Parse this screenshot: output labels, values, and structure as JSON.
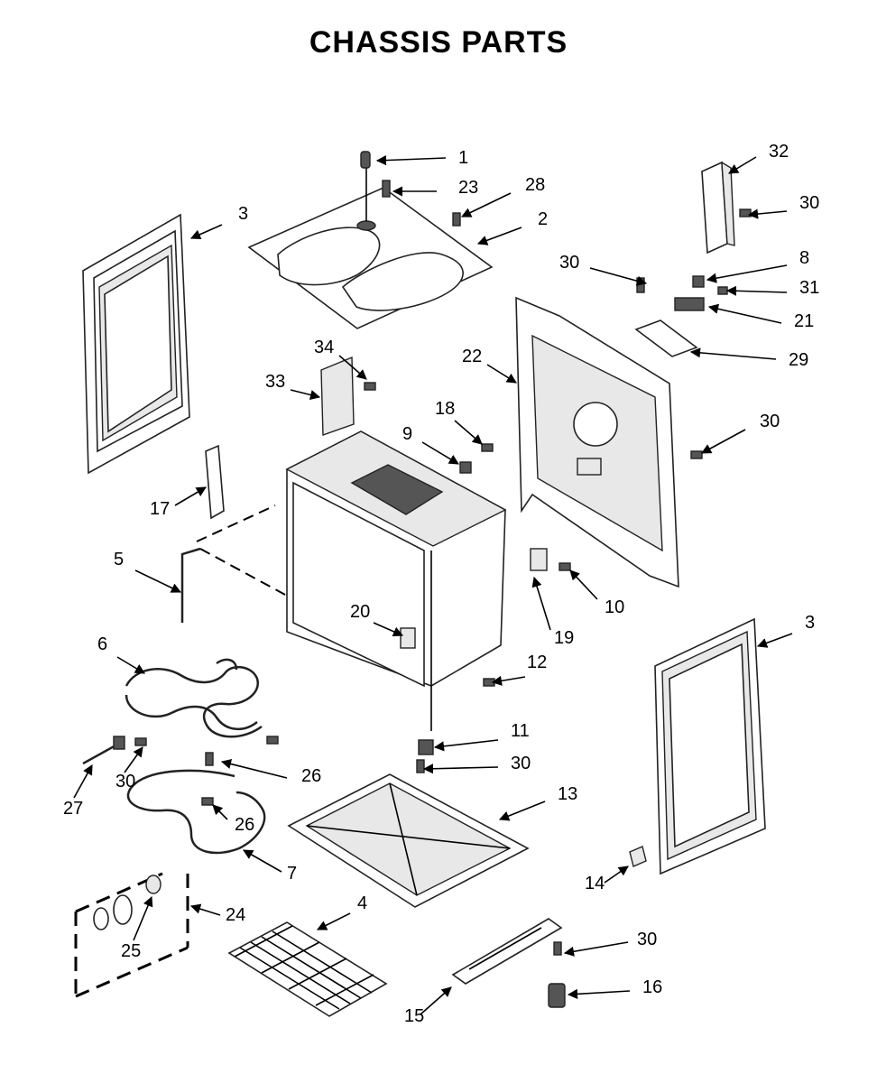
{
  "title": "CHASSIS PARTS",
  "callouts": [
    "1",
    "23",
    "28",
    "2",
    "3",
    "32",
    "30",
    "30",
    "8",
    "31",
    "21",
    "29",
    "34",
    "33",
    "22",
    "18",
    "9",
    "30",
    "17",
    "5",
    "10",
    "19",
    "20",
    "12",
    "3",
    "6",
    "11",
    "30",
    "26",
    "30",
    "27",
    "13",
    "26",
    "7",
    "14",
    "4",
    "24",
    "25",
    "30",
    "16",
    "15"
  ]
}
